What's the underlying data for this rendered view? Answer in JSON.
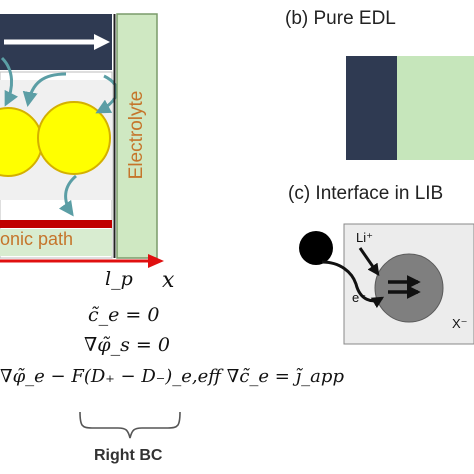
{
  "panel_a": {
    "electrolyte_label": "Electrolyte",
    "ionic_path_label": "onic path",
    "axis_tick_label": "l_p",
    "axis_var_label": "x",
    "equations": [
      "c̃_e = 0",
      "∇φ̃_s = 0",
      "∇φ̃_e − F(D₊ − D₋)_e,eff ∇c̃_e = j̃_app"
    ],
    "brace_label": "Right BC"
  },
  "panel_b": {
    "title": "(b) Pure EDL"
  },
  "panel_c": {
    "title": "(c) Interface in LIB",
    "li_ion_label": "Li⁺",
    "electron_label": "e⁻",
    "anion_label": "X⁻"
  },
  "colors": {
    "current_collector": "#2f3a52",
    "electrolyte_green": "#cfe8c2",
    "particle_yellow": "#ffff00",
    "particle_outline": "#d4b000",
    "ionic_path_red": "#c00000",
    "axis_red": "#e01010",
    "teal_arrow": "#5b9ea5",
    "label_orange": "#c5752b",
    "solvent_bg": "#ececec",
    "particle_grey": "#7f7f7f"
  }
}
